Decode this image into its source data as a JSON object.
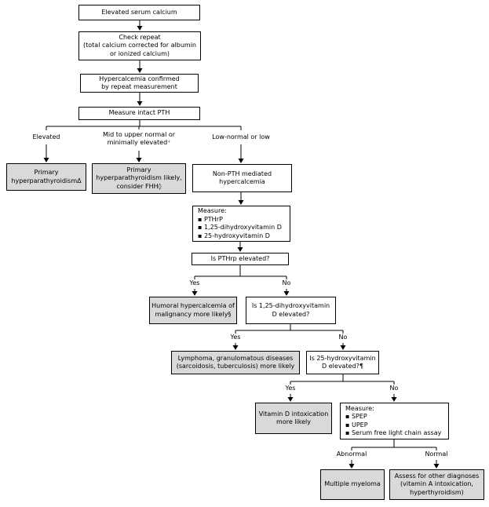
{
  "colors": {
    "line": "#000000",
    "box_border": "#000000",
    "white_fill": "#ffffff",
    "shaded_fill": "#d9d9d9",
    "background": "#ffffff",
    "text": "#000000"
  },
  "nodes": {
    "elevated_serum_calcium": "Elevated serum calcium",
    "check_repeat": "Check repeat\n(total calcium corrected for albumin\nor ionized calcium)",
    "hypercalcemia_confirmed": "Hypercalcemia confirmed\nby repeat measurement",
    "measure_intact_pth": "Measure intact PTH",
    "primary_hyperparathyroidism": "Primary\nhyperparathyroidismΔ",
    "primary_hyperparathyroidism_likely": "Primary\nhyperparathyroidism likely,\nconsider FHH◊",
    "non_pth_mediated": "Non-PTH mediated\nhypercalcemia",
    "measure_vitamin_panel": "Measure:\n▪ PTHrP\n▪ 1,25-dihydroxyvitamin D\n▪ 25-hydroxyvitamin D",
    "is_pthrp_elevated": "Is PTHrp elevated?",
    "humoral_hypercalcemia": "Humoral hypercalcemia of\nmalignancy more likely§",
    "is_125_dihydroxyvitamin_d_elevated": "Is 1,25-dihydroxyvitamin\nD elevated?",
    "lymphoma_granulomatous": "Lymphoma, granulomatous diseases\n(sarcoidosis, tuberculosis) more likely",
    "is_25_hydroxyvitamin_d_elevated": "Is 25-hydroxyvitamin\nD elevated?¶",
    "vitamin_d_intoxication": "Vitamin D intoxication\nmore likely",
    "measure_protein_panel": "Measure:\n▪ SPEP\n▪ UPEP\n▪ Serum free light chain assay",
    "multiple_myeloma": "Multiple myeloma",
    "assess_other_diagnoses": "Assess for other diagnoses\n(vitamin A intoxication,\nhyperthyroidism)"
  },
  "labels": {
    "pth_elevated": "Elevated",
    "pth_mid": "Mid to upper normal or\nminimally elevated⁺",
    "pth_low": "Low-normal or low",
    "pthrp_yes": "Yes",
    "pthrp_no": "No",
    "d125_yes": "Yes",
    "d125_no": "No",
    "d25_yes": "Yes",
    "d25_no": "No",
    "protein_abnormal": "Abnormal",
    "protein_normal": "Normal"
  }
}
